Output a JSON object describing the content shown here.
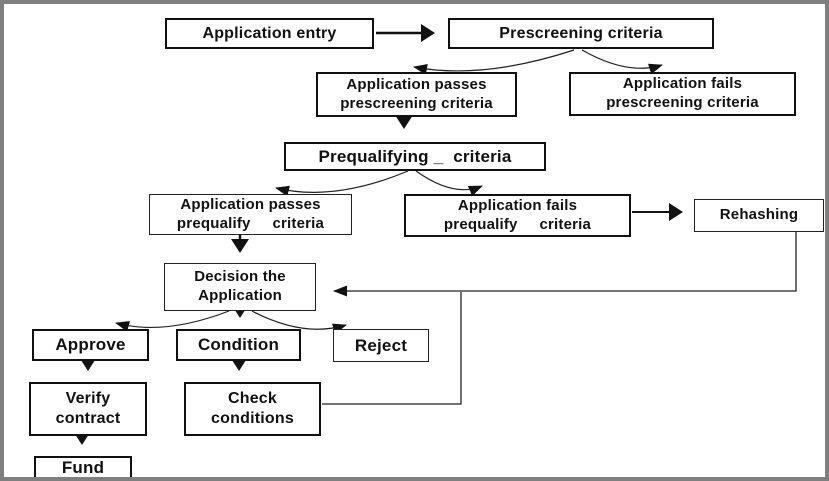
{
  "diagram": {
    "type": "flowchart",
    "nodes": {
      "application_entry": {
        "label": "Application entry"
      },
      "prescreening_criteria": {
        "label": "Prescreening criteria"
      },
      "application_passes_prescreening": {
        "label": "Application passes\nprescreening criteria"
      },
      "application_fails_prescreening": {
        "label": "Application fails\nprescreening criteria"
      },
      "prequalifying_criteria": {
        "label": "Prequalifying _  criteria"
      },
      "application_passes_prequalify": {
        "label": "Application passes\nprequalify     criteria"
      },
      "application_fails_prequalify": {
        "label": "Application fails\nprequalify     criteria"
      },
      "rehashing": {
        "label": "Rehashing"
      },
      "decision": {
        "label": "Decision the\nApplication"
      },
      "approve": {
        "label": "Approve"
      },
      "condition": {
        "label": "Condition"
      },
      "reject": {
        "label": "Reject"
      },
      "verify_contract": {
        "label": "Verify\ncontract"
      },
      "check_conditions": {
        "label": "Check\nconditions"
      },
      "fund": {
        "label": "Fund"
      }
    },
    "edges": [
      {
        "from": "application_entry",
        "to": "prescreening_criteria"
      },
      {
        "from": "prescreening_criteria",
        "to": "application_passes_prescreening"
      },
      {
        "from": "prescreening_criteria",
        "to": "application_fails_prescreening"
      },
      {
        "from": "application_passes_prescreening",
        "to": "prequalifying_criteria"
      },
      {
        "from": "prequalifying_criteria",
        "to": "application_passes_prequalify"
      },
      {
        "from": "prequalifying_criteria",
        "to": "application_fails_prequalify"
      },
      {
        "from": "application_fails_prequalify",
        "to": "rehashing"
      },
      {
        "from": "application_passes_prequalify",
        "to": "decision"
      },
      {
        "from": "rehashing",
        "to": "decision"
      },
      {
        "from": "decision",
        "to": "approve"
      },
      {
        "from": "decision",
        "to": "condition"
      },
      {
        "from": "decision",
        "to": "reject"
      },
      {
        "from": "approve",
        "to": "verify_contract"
      },
      {
        "from": "condition",
        "to": "check_conditions"
      },
      {
        "from": "verify_contract",
        "to": "fund"
      },
      {
        "from": "check_conditions",
        "to": "decision"
      }
    ],
    "colors": {
      "background": "#ffffff",
      "frame": "#7f7f7f",
      "box_border": "#111111",
      "text": "#111111",
      "arrow": "#111111"
    }
  }
}
